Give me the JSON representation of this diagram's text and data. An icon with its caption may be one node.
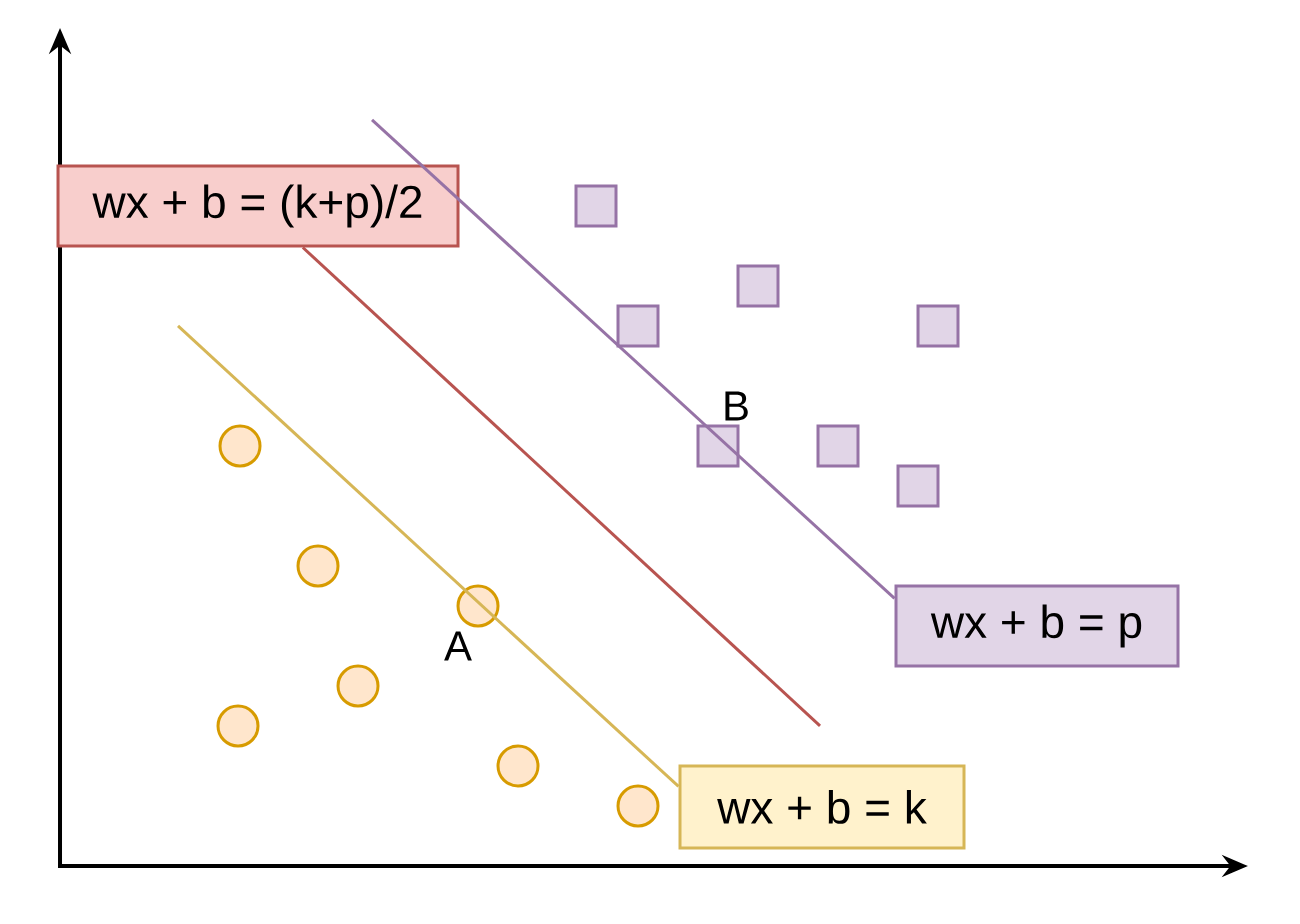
{
  "diagram": {
    "nodes": [
      {
        "text": [
          "wx + b = (k+p)/2"
        ]
      },
      {
        "text": [
          "wx + b = p"
        ]
      },
      {
        "text": [
          "wx + b = k"
        ]
      }
    ],
    "edges": [
      {
        "from": 0,
        "to": null,
        "arrow": "none",
        "color": "#b85450"
      },
      {
        "from": null,
        "to": 1,
        "arrow": "none",
        "color": "#9673a6"
      },
      {
        "from": null,
        "to": 2,
        "arrow": "none",
        "color": "#d6b656"
      }
    ],
    "labels": [
      "B",
      "A"
    ]
  }
}
